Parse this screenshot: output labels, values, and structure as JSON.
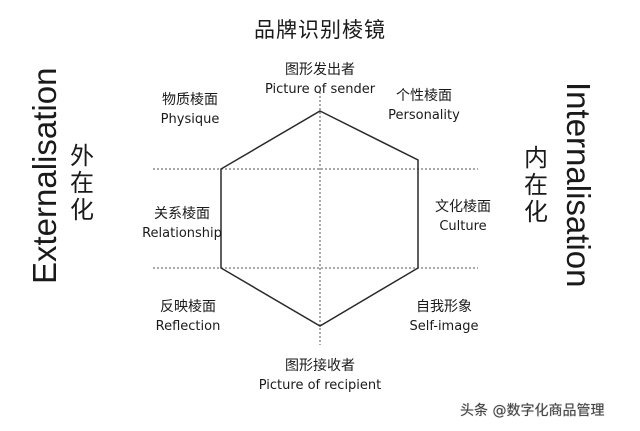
{
  "title": "品牌识别棱镜",
  "axes": {
    "left": {
      "en": "Externalisation",
      "zh": [
        "外",
        "在",
        "化"
      ]
    },
    "right": {
      "en": "Internalisation",
      "zh": [
        "内",
        "在",
        "化"
      ]
    }
  },
  "facets": {
    "top": {
      "zh": "图形发出者",
      "en": "Picture of sender"
    },
    "physique": {
      "zh": "物质棱面",
      "en": "Physique"
    },
    "personality": {
      "zh": "个性棱面",
      "en": "Personality"
    },
    "relationship": {
      "zh": "关系棱面",
      "en": "Relationship"
    },
    "culture": {
      "zh": "文化棱面",
      "en": "Culture"
    },
    "reflection": {
      "zh": "反映棱面",
      "en": "Reflection"
    },
    "self_image": {
      "zh": "自我形象",
      "en": "Self-image"
    },
    "bottom": {
      "zh": "图形接收者",
      "en": "Picture of recipient"
    }
  },
  "watermark": "头条 @数字化商品管理",
  "colors": {
    "line": "#2a2a2a",
    "dotted": "#555555",
    "text": "#1a1a1a"
  }
}
